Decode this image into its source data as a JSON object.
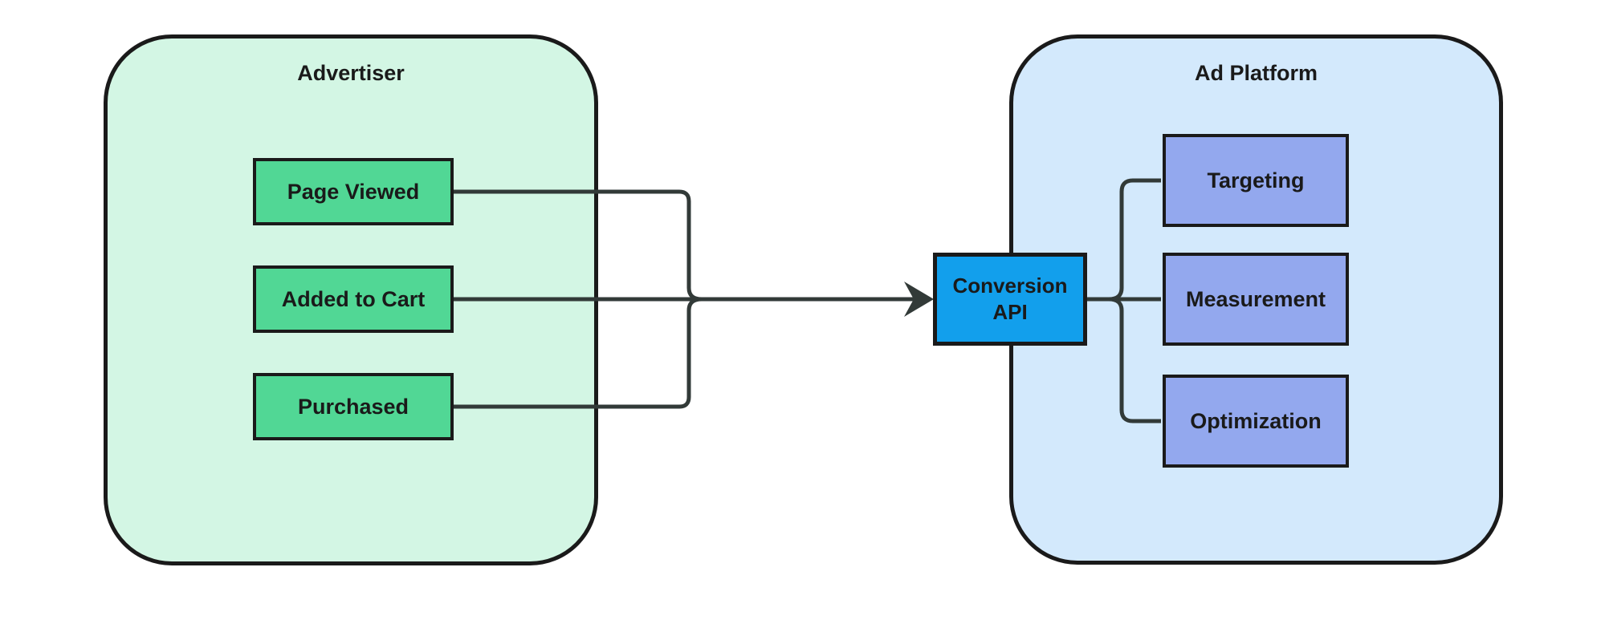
{
  "diagram": {
    "advertiser": {
      "title": "Advertiser",
      "nodes": [
        {
          "label": "Page Viewed"
        },
        {
          "label": "Added to Cart"
        },
        {
          "label": "Purchased"
        }
      ]
    },
    "hub": {
      "label": "Conversion API",
      "line1": "Conversion",
      "line2": "API"
    },
    "ad_platform": {
      "title": "Ad Platform",
      "nodes": [
        {
          "label": "Targeting"
        },
        {
          "label": "Measurement"
        },
        {
          "label": "Optimization"
        }
      ]
    },
    "edges": [
      {
        "from": "Page Viewed",
        "to": "Conversion API"
      },
      {
        "from": "Added to Cart",
        "to": "Conversion API",
        "arrow": true
      },
      {
        "from": "Purchased",
        "to": "Conversion API"
      },
      {
        "from": "Conversion API",
        "to": "Targeting"
      },
      {
        "from": "Conversion API",
        "to": "Measurement"
      },
      {
        "from": "Conversion API",
        "to": "Optimization"
      }
    ]
  },
  "colors": {
    "border": "#1A1A1A",
    "ink": "#1A1A1A",
    "wire": "#323A38",
    "mint": "#D3F6E4",
    "sky": "#D3E9FC",
    "green": "#51D795",
    "lavender": "#93A8EE",
    "azure": "#129FEC"
  }
}
